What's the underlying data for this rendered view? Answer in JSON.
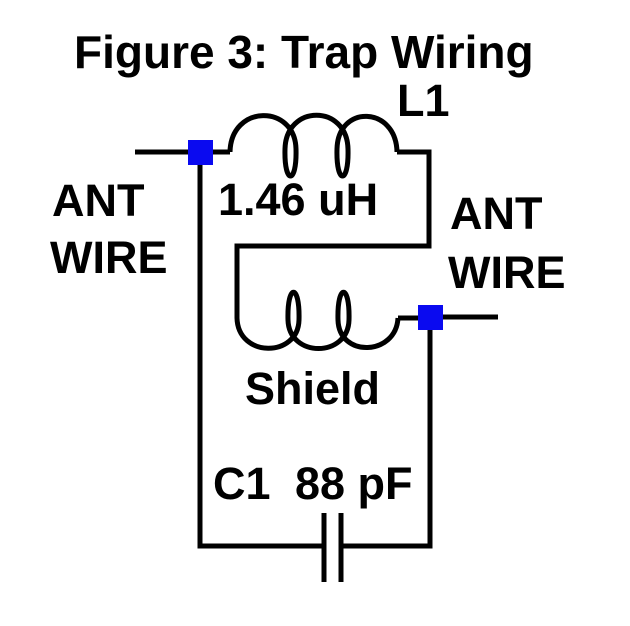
{
  "figure": {
    "title": "Figure 3: Trap Wiring"
  },
  "colors": {
    "background": "#ffffff",
    "wire": "#000000",
    "text": "#000000",
    "connector": "#0a0af0"
  },
  "components": {
    "inductor": {
      "designator": "L1",
      "value": "1.46 uH"
    },
    "shield": {
      "label": "Shield"
    },
    "capacitor": {
      "designator": "C1",
      "value": "88 pF"
    }
  },
  "terminals": {
    "left": {
      "line1": "ANT",
      "line2": "WIRE"
    },
    "right": {
      "line1": "ANT",
      "line2": "WIRE"
    }
  }
}
